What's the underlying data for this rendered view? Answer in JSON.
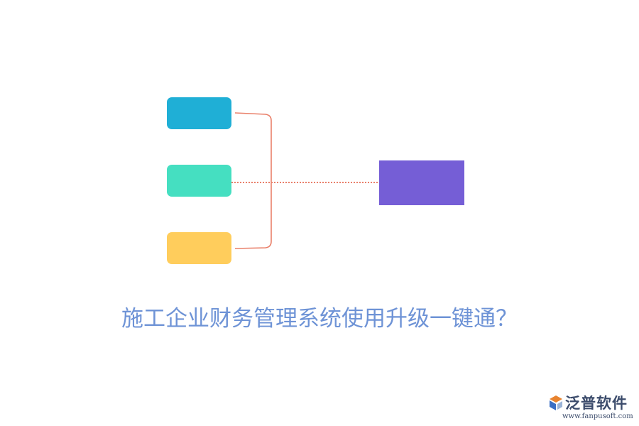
{
  "diagram": {
    "caption": "施工企业财务管理系统使用升级一键通？",
    "colors": {
      "node_top": "#1fafd6",
      "node_middle": "#45dfc1",
      "node_bottom": "#ffcd5c",
      "node_target": "#755ed6",
      "connector": "#e9806a",
      "caption": "#6e93d6"
    }
  },
  "brand": {
    "name": "泛普软件",
    "url": "www.fanpusoft.com",
    "icon": "fanpu-logo-icon"
  }
}
